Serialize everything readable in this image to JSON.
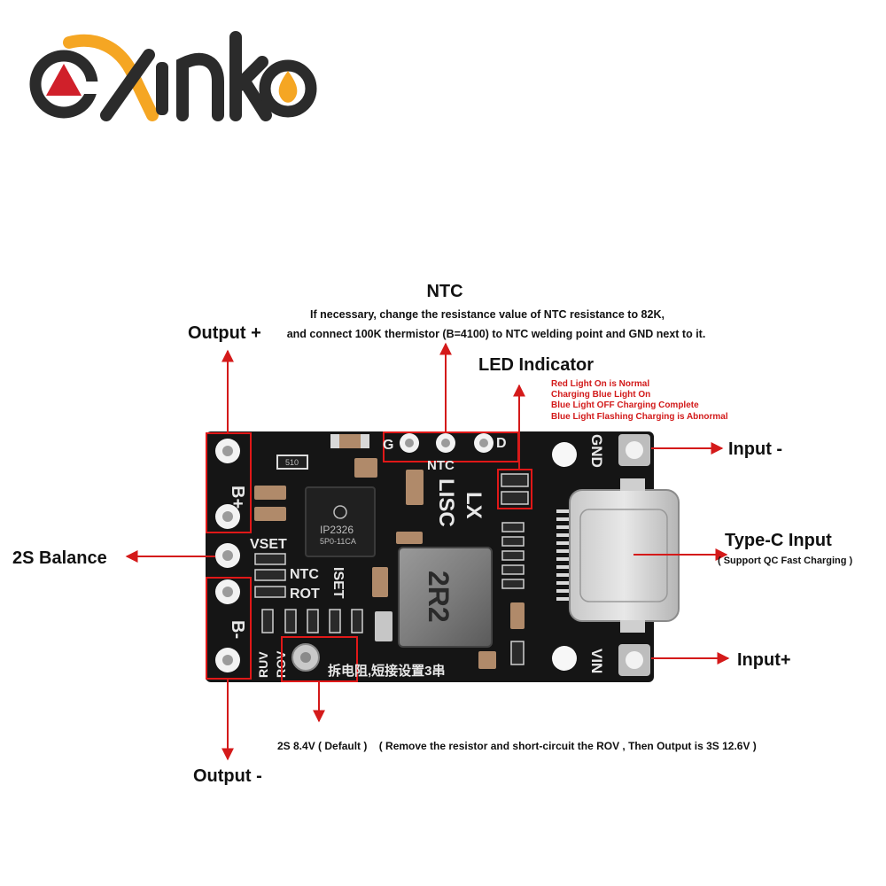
{
  "logo": {
    "text": "exinko",
    "colors": {
      "dark": "#2b2b2b",
      "accent": "#f5a623",
      "red": "#d0202a"
    }
  },
  "callouts": {
    "ntc_title": "NTC",
    "ntc_line1": "If necessary, change the resistance value of NTC resistance to 82K,",
    "ntc_line2": "and connect 100K thermistor (B=4100) to NTC welding point and GND next to it.",
    "led_title": "LED Indicator",
    "led_lines": [
      "Red Light On is Normal",
      "Charging Blue Light On",
      "Blue Light OFF Charging Complete",
      "Blue Light Flashing Charging is Abnormal"
    ],
    "output_plus": "Output +",
    "output_minus": "Output -",
    "balance": "2S Balance",
    "input_minus": "Input -",
    "input_plus": "Input+",
    "typec_title": "Type-C Input",
    "typec_sub": "( Support QC Fast Charging )",
    "bottom_note": "2S 8.4V ( Default )    ( Remove the resistor and short-circuit the ROV , Then Output is 3S 12.6V )"
  },
  "board": {
    "silk_bplus": "B+",
    "silk_bminus": "B-",
    "silk_vset": "VSET",
    "silk_ntc": "NTC",
    "silk_rot": "ROT",
    "silk_iset": "ISET",
    "silk_ruv": "RUV",
    "silk_rov": "ROV",
    "silk_g": "G",
    "silk_d": "D",
    "silk_ntc_top": "NTC",
    "silk_lx": "LX",
    "silk_lisc": "LISC",
    "silk_gnd": "GND",
    "silk_vin": "VIN",
    "silk_chinese": "拆电阻,短接设置3串",
    "chip_line1": "IP2326",
    "chip_line2": "5P0-11CA",
    "inductor_mark": "2R2",
    "res_510": "510",
    "colors": {
      "pcb": "#151515",
      "pad": "#f2f2f2",
      "highlight": "#e01818",
      "arrow": "#d41a1a"
    }
  }
}
